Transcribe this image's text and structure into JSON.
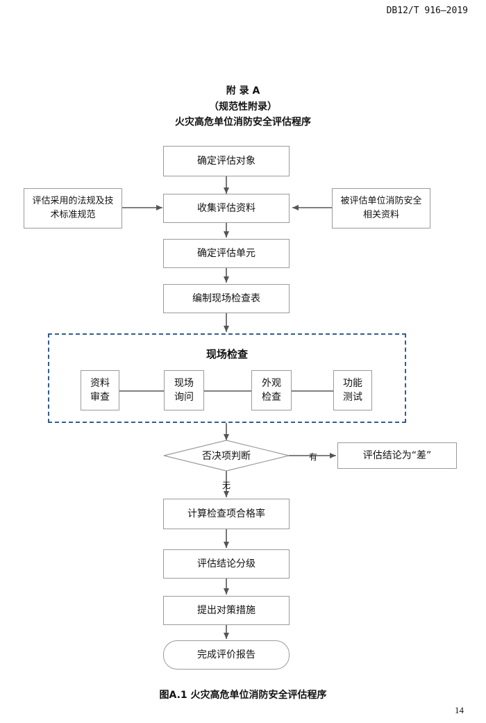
{
  "header": {
    "std_code": "DB12/T 916—2019"
  },
  "titles": {
    "appendix": "附  录  A",
    "type": "（规范性附录）",
    "main": "火灾高危单位消防安全评估程序"
  },
  "flow": {
    "step1": "确定评估对象",
    "step2": "收集评估资料",
    "left_input": "评估采用的法规及技术标准规范",
    "right_input": "被评估单位消防安全相关资料",
    "step3": "确定评估单元",
    "step4": "编制现场检查表",
    "onsite": {
      "title": "现场检查",
      "items": [
        "资料审查",
        "现场询问",
        "外观检查",
        "功能测试"
      ]
    },
    "decision": "否决项判断",
    "yes_label": "有",
    "no_label": "无",
    "yes_result": "评估结论为“差”",
    "step5": "计算检查项合格率",
    "step6": "评估结论分级",
    "step7": "提出对策措施",
    "end": "完成评价报告"
  },
  "caption": "图A.1  火灾高危单位消防安全评估程序",
  "page_number": "14"
}
